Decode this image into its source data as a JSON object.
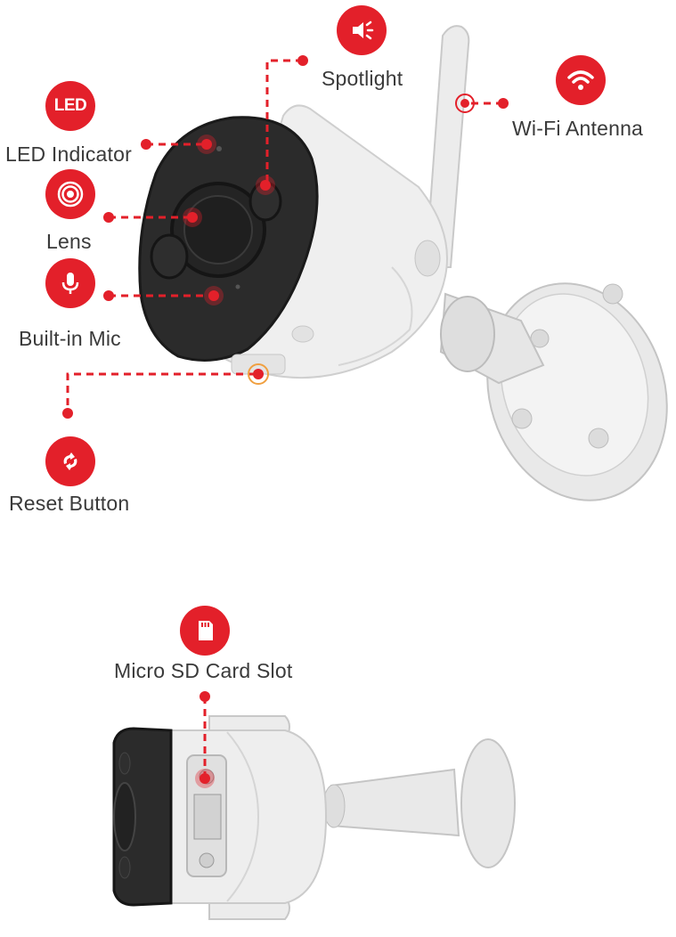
{
  "colors": {
    "accent": "#e3202a",
    "label": "#3a3a3a",
    "camera_body": "#eeeeee",
    "camera_face": "#2a2a2a"
  },
  "callouts": [
    {
      "id": "spotlight",
      "label": "Spotlight",
      "icon": "speaker-icon"
    },
    {
      "id": "wifi-antenna",
      "label": "Wi-Fi Antenna",
      "icon": "wifi-icon"
    },
    {
      "id": "led-indicator",
      "label": "LED Indicator",
      "icon": "led-icon",
      "icon_text": "LED"
    },
    {
      "id": "lens",
      "label": "Lens",
      "icon": "lens-icon"
    },
    {
      "id": "built-in-mic",
      "label": "Built-in Mic",
      "icon": "microphone-icon"
    },
    {
      "id": "reset-button",
      "label": "Reset Button",
      "icon": "reset-icon"
    },
    {
      "id": "micro-sd-card-slot",
      "label": "Micro SD Card Slot",
      "icon": "sd-card-icon"
    }
  ]
}
